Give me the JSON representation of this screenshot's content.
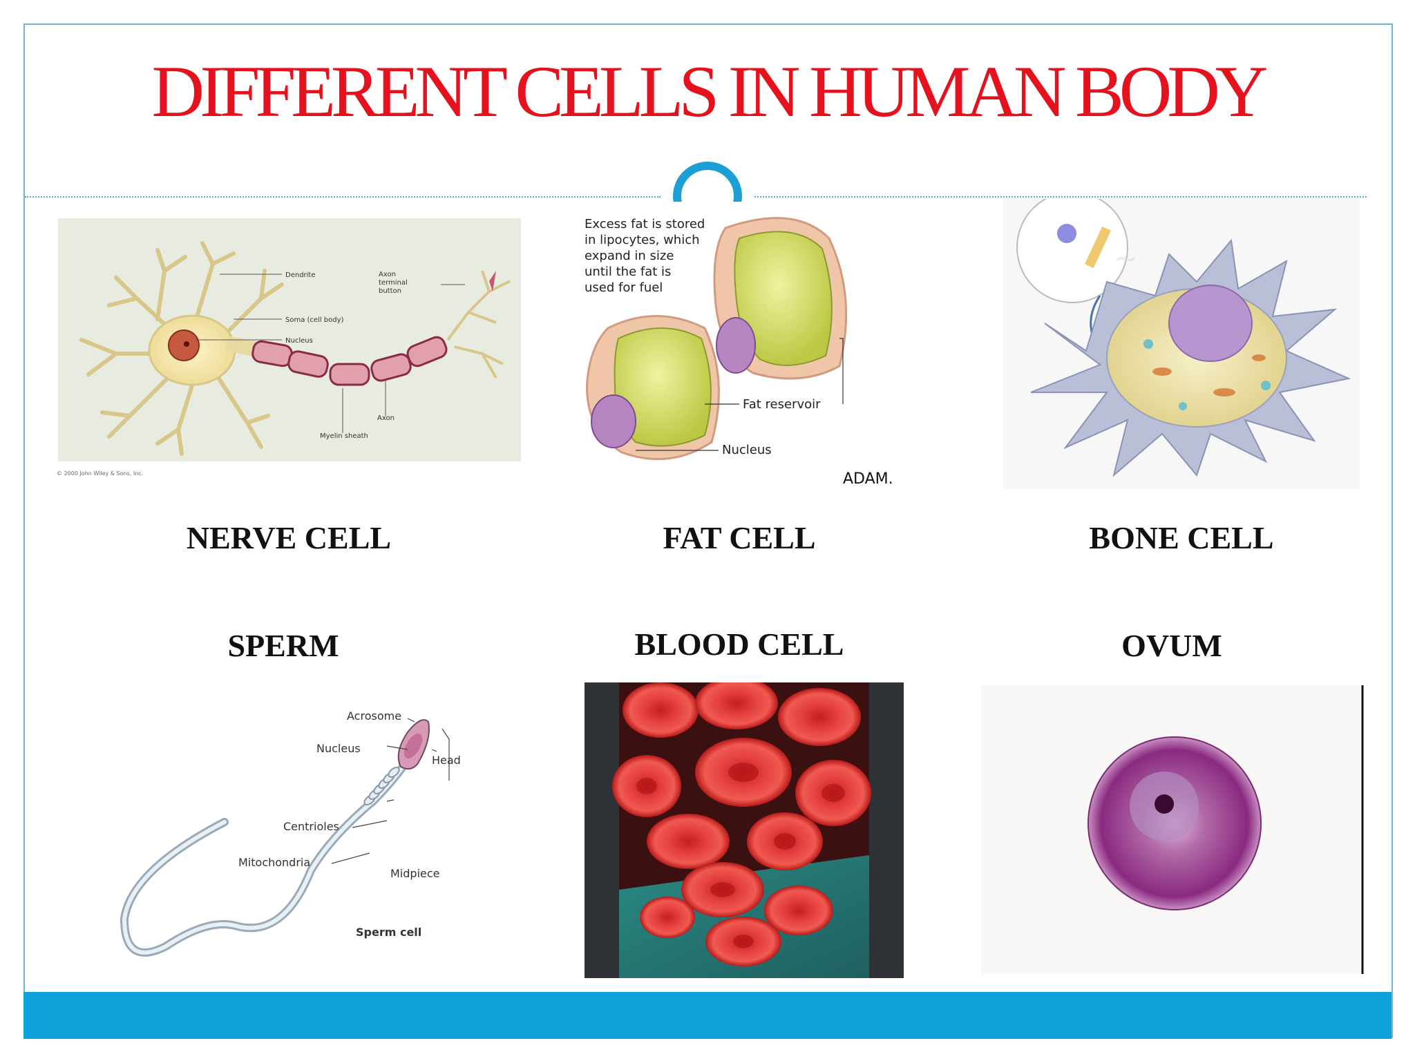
{
  "slide": {
    "title": "DIFFERENT CELLS IN HUMAN BODY",
    "colors": {
      "title": "#e5121d",
      "accent": "#0ea1da",
      "frame": "#6fb6d6"
    }
  },
  "cells": {
    "nerve": {
      "label": "NERVE CELL",
      "diagram": {
        "dendrite": "Dendrite",
        "axon_terminal": "Axon",
        "axon_terminal_2": "terminal",
        "axon_terminal_3": "button",
        "soma": "Soma (cell body)",
        "nucleus": "Nucleus",
        "axon": "Axon",
        "myelin": "Myelin sheath",
        "copyright": "© 2000 John Wiley & Sons, Inc."
      }
    },
    "fat": {
      "label": "FAT CELL",
      "diagram": {
        "caption_1": "Excess fat is stored",
        "caption_2": "in lipocytes, which",
        "caption_3": "expand in size",
        "caption_4": "until the fat is",
        "caption_5": "used for fuel",
        "reservoir": "Fat reservoir",
        "nucleus": "Nucleus",
        "brand": "ADAM."
      }
    },
    "bone": {
      "label": "BONE CELL"
    },
    "sperm": {
      "label": "SPERM",
      "diagram": {
        "acrosome": "Acrosome",
        "nucleus": "Nucleus",
        "head": "Head",
        "centrioles": "Centrioles",
        "mitochondria": "Mitochondria",
        "midpiece": "Midpiece",
        "caption": "Sperm cell"
      }
    },
    "blood": {
      "label": "BLOOD CELL"
    },
    "ovum": {
      "label": "OVUM"
    }
  }
}
